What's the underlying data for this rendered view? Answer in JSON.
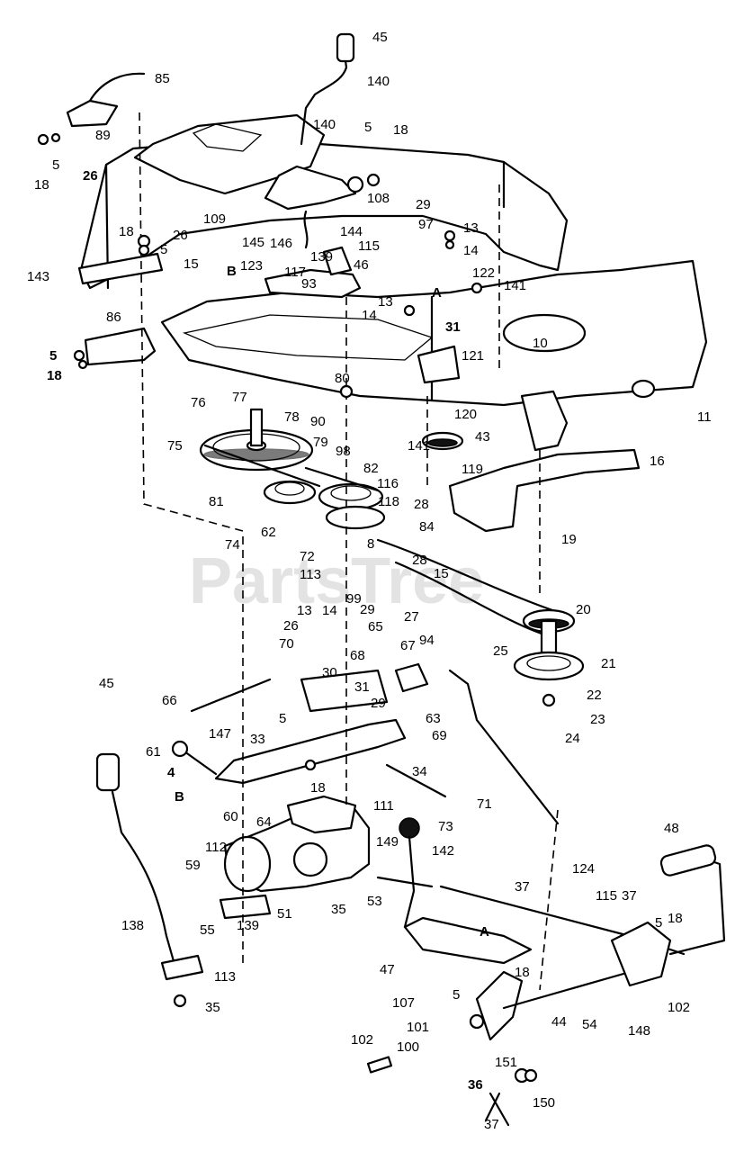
{
  "watermark": "PartsTree",
  "callouts": [
    "45",
    "140",
    "85",
    "89",
    "5",
    "18",
    "26",
    "140",
    "5",
    "18",
    "108",
    "29",
    "97",
    "13",
    "14",
    "109",
    "26",
    "145",
    "146",
    "144",
    "115",
    "123",
    "139",
    "46",
    "117",
    "93",
    "122",
    "141",
    "18",
    "5",
    "143",
    "15",
    "B",
    "A",
    "13",
    "14",
    "31",
    "86",
    "5",
    "18",
    "10",
    "80",
    "121",
    "11",
    "76",
    "77",
    "78",
    "90",
    "120",
    "43",
    "75",
    "79",
    "98",
    "141",
    "119",
    "16",
    "116",
    "82",
    "81",
    "118",
    "28",
    "74",
    "62",
    "72",
    "8",
    "84",
    "19",
    "113",
    "28",
    "15",
    "20",
    "99",
    "29",
    "27",
    "13",
    "14",
    "65",
    "94",
    "25",
    "21",
    "26",
    "70",
    "68",
    "67",
    "30",
    "22",
    "31",
    "29",
    "66",
    "45",
    "63",
    "69",
    "23",
    "24",
    "61",
    "147",
    "33",
    "5",
    "4",
    "B",
    "18",
    "34",
    "64",
    "111",
    "71",
    "60",
    "73",
    "142",
    "149",
    "48",
    "112",
    "124",
    "59",
    "37",
    "115",
    "37",
    "53",
    "51",
    "35",
    "5",
    "18",
    "138",
    "55",
    "139",
    "A",
    "47",
    "113",
    "18",
    "102",
    "35",
    "107",
    "5",
    "101",
    "100",
    "54",
    "148",
    "44",
    "102",
    "151",
    "36",
    "150",
    "37"
  ]
}
